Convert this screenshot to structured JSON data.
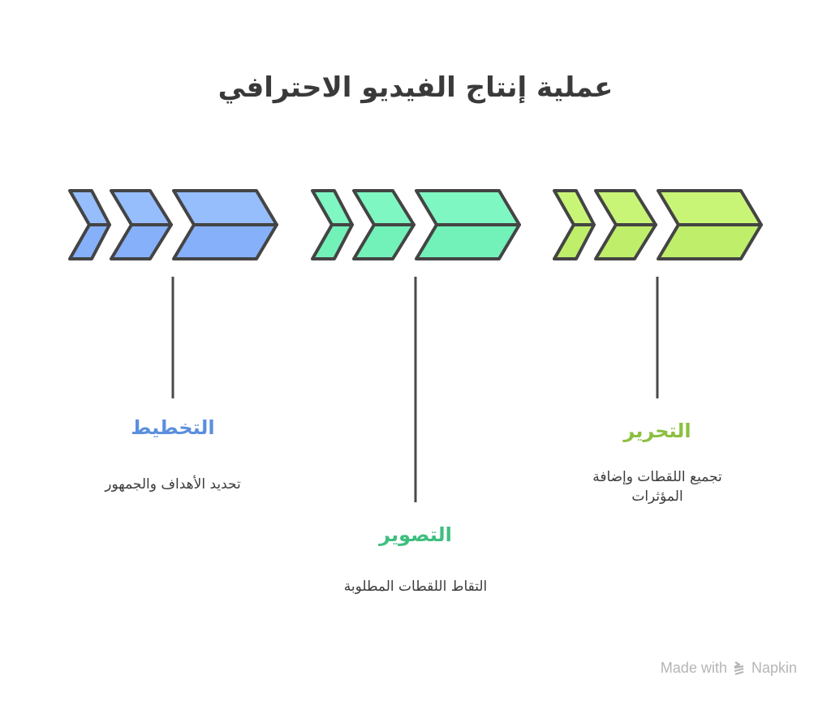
{
  "title": "عملية إنتاج الفيديو الاحترافي",
  "stages": [
    {
      "title": "التخطيط",
      "description": "تحديد الأهداف والجمهور",
      "color": "#5b8fde",
      "fill_top": "#96bdfc",
      "fill_bottom": "#86b0fa"
    },
    {
      "title": "التصوير",
      "description": "التقاط اللقطات المطلوبة",
      "color": "#3fbf7f",
      "fill_top": "#7ff7c2",
      "fill_bottom": "#72f1b8"
    },
    {
      "title": "التحرير",
      "description": "تجميع اللقطات وإضافة المؤثرات",
      "color": "#8cbf3f",
      "fill_top": "#c9f577",
      "fill_bottom": "#bfee6b"
    }
  ],
  "stroke_color": "#444444",
  "footer": {
    "made_with": "Made with",
    "brand": "Napkin"
  }
}
